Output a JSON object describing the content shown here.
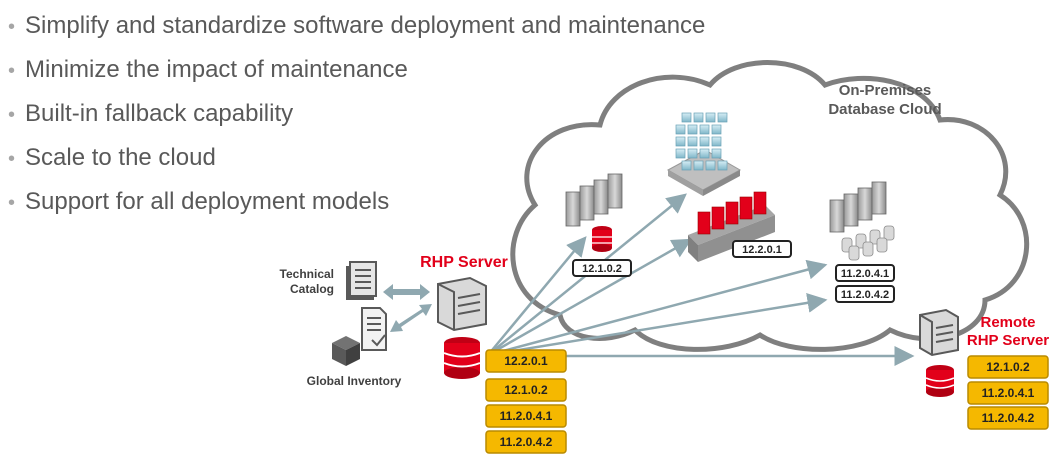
{
  "bullets": [
    "Simplify and standardize software deployment and maintenance",
    "Minimize the impact of maintenance",
    "Built-in fallback capability",
    "Scale to the cloud",
    "Support for all deployment models"
  ],
  "cloud": {
    "line1": "On-Premises",
    "line2": "Database Cloud"
  },
  "rhp_server": {
    "label": "RHP Server"
  },
  "remote_rhp_server": {
    "line1": "Remote",
    "line2": "RHP Server"
  },
  "technical_catalog": {
    "line1": "Technical",
    "line2": "Catalog"
  },
  "global_inventory": {
    "label": "Global Inventory"
  },
  "rhp_versions": [
    "12.2.0.1",
    "12.1.0.2",
    "11.2.0.4.1",
    "11.2.0.4.2"
  ],
  "remote_versions": [
    "12.1.0.2",
    "11.2.0.4.1",
    "11.2.0.4.2"
  ],
  "cloud_targets": {
    "left": "12.1.0.2",
    "middle": "12.2.0.1",
    "right": [
      "11.2.0.4.1",
      "11.2.0.4.2"
    ]
  },
  "colors": {
    "gold": "#f5b800",
    "red": "#e2001a",
    "arrow": "#8fa8b0",
    "cloud": "#7f7f7f"
  }
}
